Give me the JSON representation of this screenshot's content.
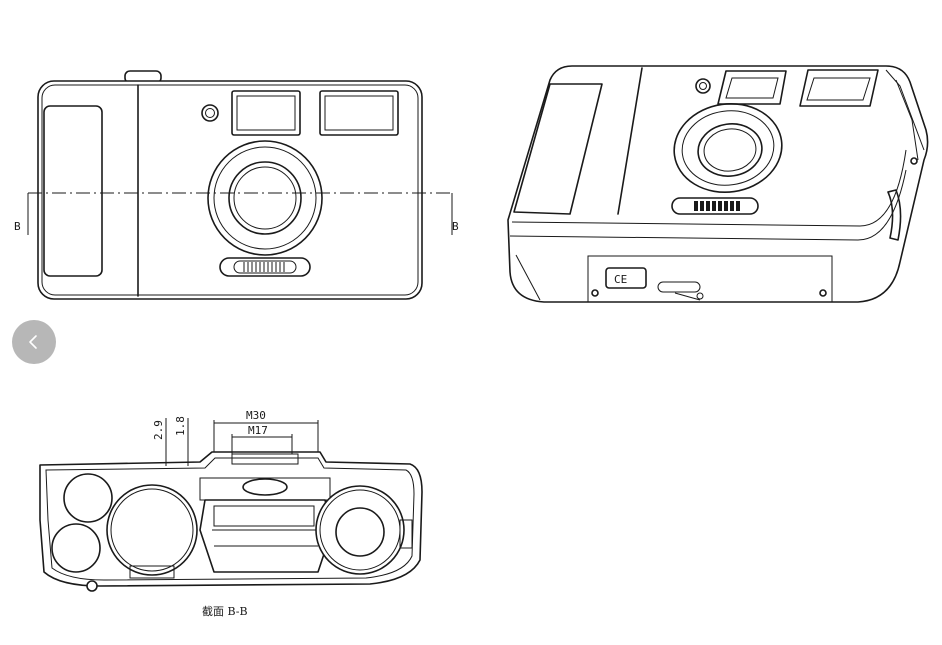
{
  "labels": {
    "section_marker_left": "B",
    "section_marker_right": "B",
    "dim_m30": "M30",
    "dim_m17": "M17",
    "dim_2_9": "2.9",
    "dim_1_8": "1.8",
    "ce_mark": "CE",
    "section_caption": "截面 B-B"
  },
  "navigation": {
    "prev_icon": "chevron-left-icon"
  },
  "colors": {
    "line": "#1a1a1a",
    "nav_button": "#b7b7b7",
    "background": "#ffffff"
  }
}
